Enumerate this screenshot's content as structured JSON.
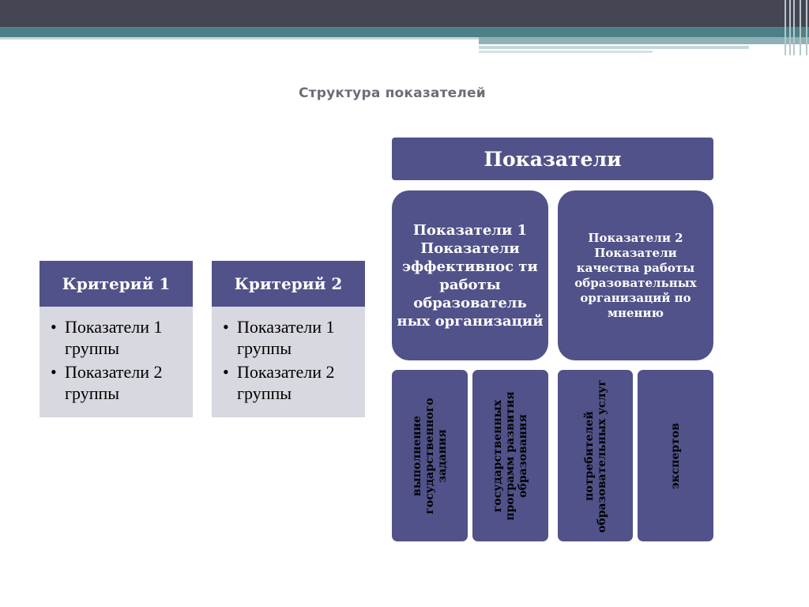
{
  "slide": {
    "title": "Структура показателей"
  },
  "criteria": [
    {
      "title": "Критерий 1",
      "items": [
        "Показатели 1 группы",
        "Показатели 2 группы"
      ]
    },
    {
      "title": "Критерий 2",
      "items": [
        "Показатели 1 группы",
        "Показатели 2 группы"
      ]
    }
  ],
  "diagram": {
    "root": "Показатели",
    "groups": [
      {
        "text": "Показатели 1 Показатели эффективнос ти работы образователь ных организаций"
      },
      {
        "text": "Показатели 2 Показатели качества работы образовательных организаций по мнению"
      }
    ],
    "leaves": [
      {
        "text": "выполнение государственного задания"
      },
      {
        "text": "государственных программ развития образования"
      },
      {
        "text": "потребителей образовательных услуг"
      },
      {
        "text": "экспертов"
      }
    ]
  },
  "colors": {
    "box_fill": "#515289",
    "card_body": "#d8d8e0",
    "band_dark": "#454553",
    "band_teal": "#4c8086"
  }
}
